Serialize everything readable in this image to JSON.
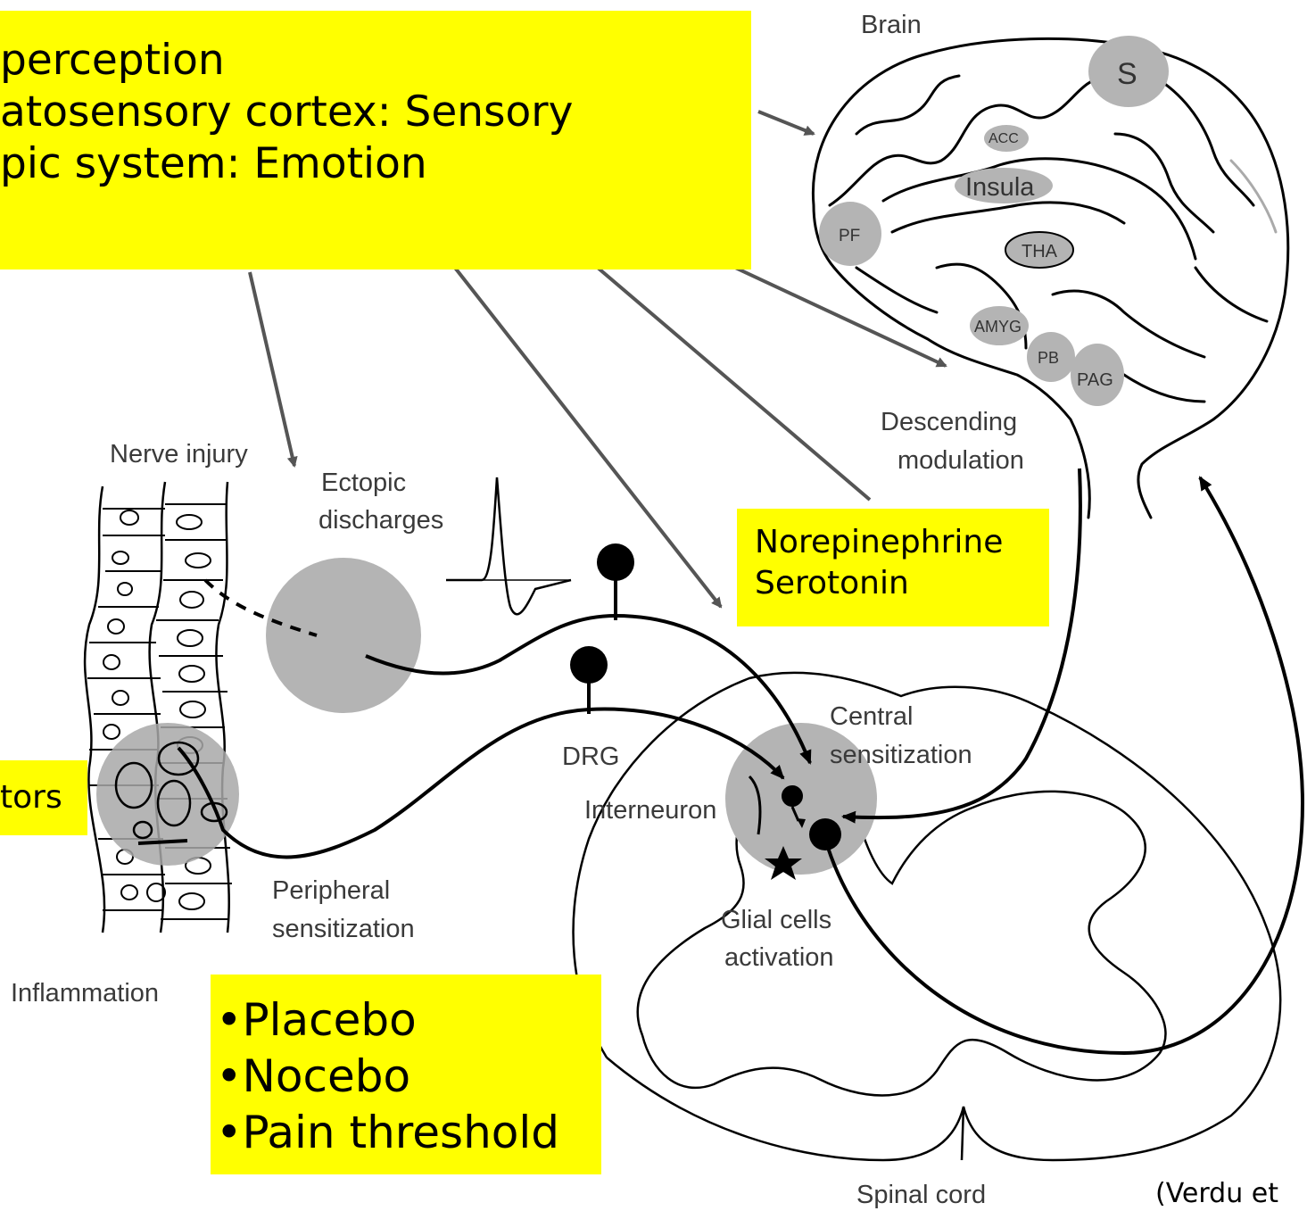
{
  "boxes": {
    "pain_perception": {
      "lines": [
        "perception",
        "atosensory cortex: Sensory",
        "pic system: Emotion"
      ],
      "color": "#ffff00"
    },
    "neurotransmitters": {
      "lines": [
        "Norepinephrine",
        "Serotonin"
      ]
    },
    "receptors": {
      "text": "tors"
    },
    "psychology": {
      "lines": [
        "•Placebo",
        "•Nocebo",
        "•Pain threshold"
      ]
    }
  },
  "labels": {
    "brain": "Brain",
    "nerve_injury": "Nerve injury",
    "ectopic": [
      "Ectopic",
      "discharges"
    ],
    "descending": [
      "Descending",
      "modulation"
    ],
    "central": [
      "Central",
      "sensitization"
    ],
    "drg": "DRG",
    "interneuron": "Interneuron",
    "peripheral": [
      "Peripheral",
      "sensitization"
    ],
    "glial": [
      "Glial cells",
      "activation"
    ],
    "inflammation": "Inflammation",
    "spinal_cord": "Spinal cord",
    "citation": "(Verdu et"
  },
  "brain_regions": {
    "s": "S",
    "acc": "ACC",
    "insula": "Insula",
    "pf": "PF",
    "tha": "THA",
    "amyg": "AMYG",
    "pb": "PB",
    "pag": "PAG"
  },
  "colors": {
    "highlight": "#ffff00",
    "gray_region": "#b4b4b4",
    "arrow": "#555555"
  }
}
